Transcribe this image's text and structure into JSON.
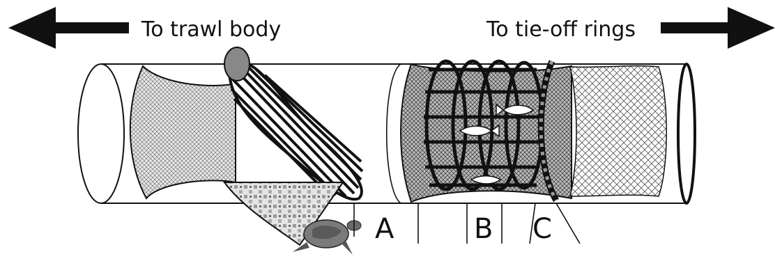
{
  "directions": {
    "left": "To trawl body",
    "right": "To tie-off rings"
  },
  "sections": {
    "a": "A",
    "b": "B",
    "c": "C"
  },
  "colors": {
    "stroke": "#111111",
    "mesh_fill": "#cfcfcf",
    "mesh_dark": "#9a9a9a",
    "background": "#ffffff"
  },
  "icons": [
    "left-arrow-icon",
    "right-arrow-icon",
    "turtle-icon",
    "fish-icon"
  ]
}
